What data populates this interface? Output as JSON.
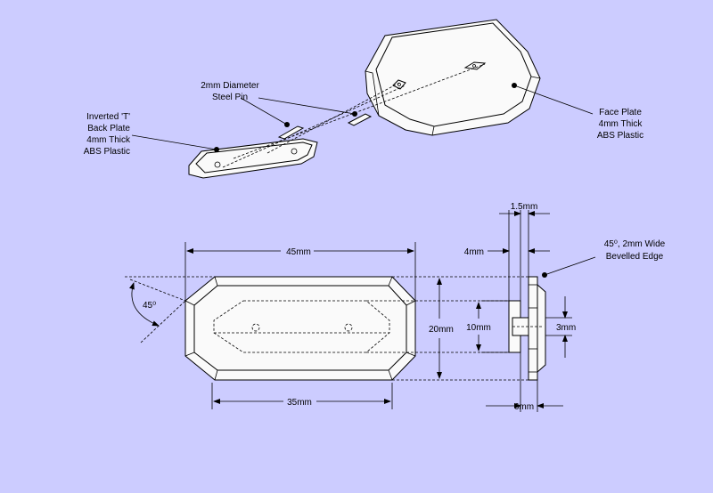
{
  "labels": {
    "pin_line1": "2mm Diameter",
    "pin_line2": "Steel Pin",
    "back_line1": "Inverted 'T'",
    "back_line2": "Back Plate",
    "back_line3": "4mm Thick",
    "back_line4": "ABS Plastic",
    "face_line1": "Face Plate",
    "face_line2": "4mm Thick",
    "face_line3": "ABS Plastic",
    "bevel_line1": "45⁰, 2mm Wide",
    "bevel_line2": "Bevelled Edge"
  },
  "dimensions": {
    "width_45": "45mm",
    "width_35": "35mm",
    "height_20": "20mm",
    "angle_45": "45⁰",
    "d_1_5": "1.5mm",
    "d_4": "4mm",
    "d_10": "10mm",
    "d_3": "3mm",
    "d_6": "6mm"
  },
  "colors": {
    "background": "#ccccff",
    "plate_fill": "#fafafa",
    "line": "#000000"
  }
}
